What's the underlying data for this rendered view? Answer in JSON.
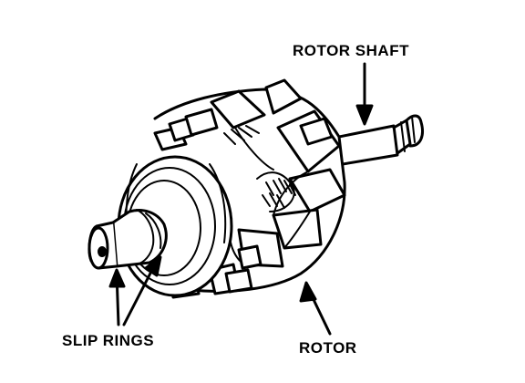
{
  "labels": {
    "rotor_shaft": "ROTOR SHAFT",
    "slip_rings": "SLIP RINGS",
    "rotor": "ROTOR"
  },
  "colors": {
    "ink": "#000000",
    "paper": "#ffffff"
  }
}
